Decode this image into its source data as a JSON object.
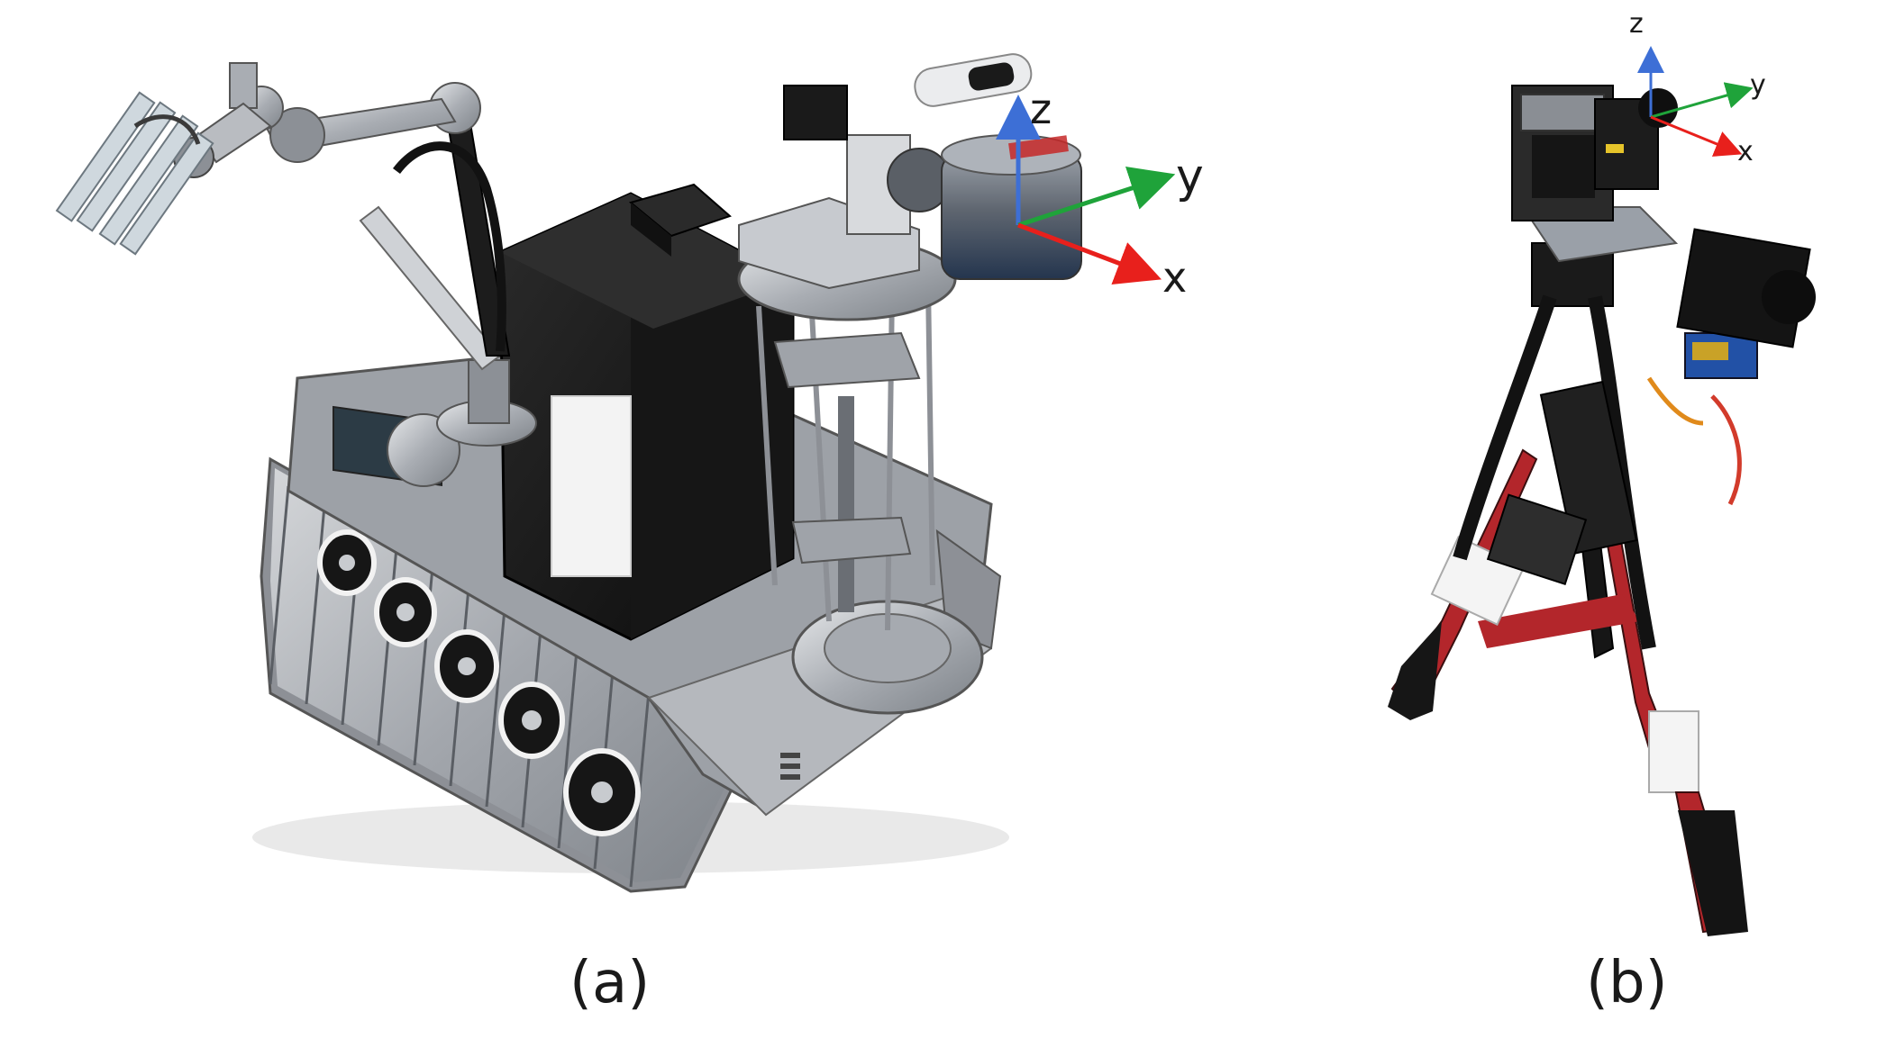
{
  "panels": [
    {
      "caption": "(a)",
      "subject": "tracked robot with manipulator arm and lidar",
      "axes": {
        "z": "z",
        "y": "y",
        "x": "x"
      }
    },
    {
      "caption": "(b)",
      "subject": "tripod-mounted camera and lidar sensor rig",
      "axes": {
        "z": "z",
        "y": "y",
        "x": "x"
      }
    }
  ],
  "colors": {
    "axis_x": "#e8201c",
    "axis_y": "#1fa33a",
    "axis_z": "#3d6fd6",
    "robot_body": "#141414",
    "robot_metal": "#b9bcc1",
    "tripod_accent": "#b3262b"
  }
}
